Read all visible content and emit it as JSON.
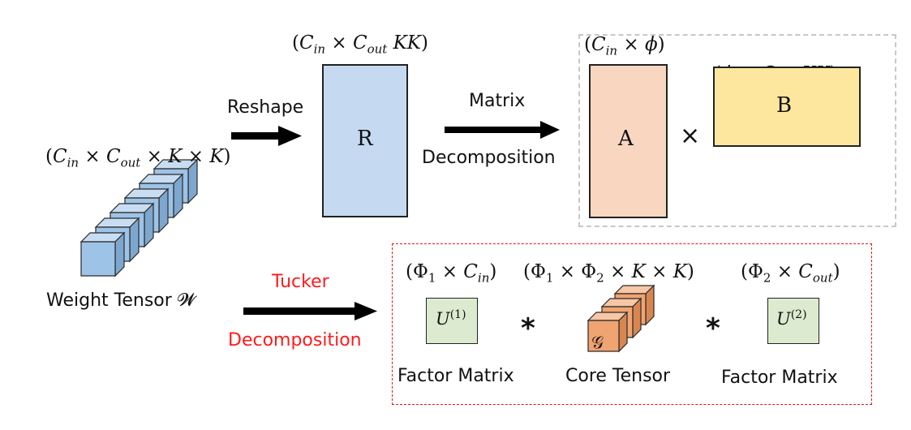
{
  "weight_tensor": {
    "shape_label": "(C_in × C_out × K × K)",
    "name_label": "Weight Tensor 𝓦"
  },
  "reshape": {
    "arrow_label": "Reshape",
    "matrix_shape": "(C_in × C_out KK)",
    "matrix_name": "R"
  },
  "matrix_decomposition": {
    "label_line1": "Matrix",
    "label_line2": "Decomposition",
    "a_shape": "(C_in × ϕ)",
    "a_name": "A",
    "times": "×",
    "b_shape": "(ϕ × C_out KK)",
    "b_name": "B"
  },
  "tucker_decomposition": {
    "label_line1": "Tucker",
    "label_line2": "Decomposition",
    "u1_shape": "(Φ1 × C_in)",
    "u1_name": "U(1)",
    "core_shape": "(Φ1 × Φ2 × K × K)",
    "core_name": "𝒢",
    "u2_shape": "(Φ2 × C_out)",
    "u2_name": "U(2)",
    "op": "*",
    "factor_label_1": "Factor Matrix",
    "core_label": "Core Tensor",
    "factor_label_2": "Factor Matrix"
  },
  "colors": {
    "tensor_blue": "#9dc3e6",
    "r_fill": "#c5daf0",
    "a_fill": "#f8d6c0",
    "b_fill": "#fde79e",
    "u_fill": "#dcebcf",
    "core_orange": "#f0a472",
    "tucker_red": "#ff1b1b"
  }
}
